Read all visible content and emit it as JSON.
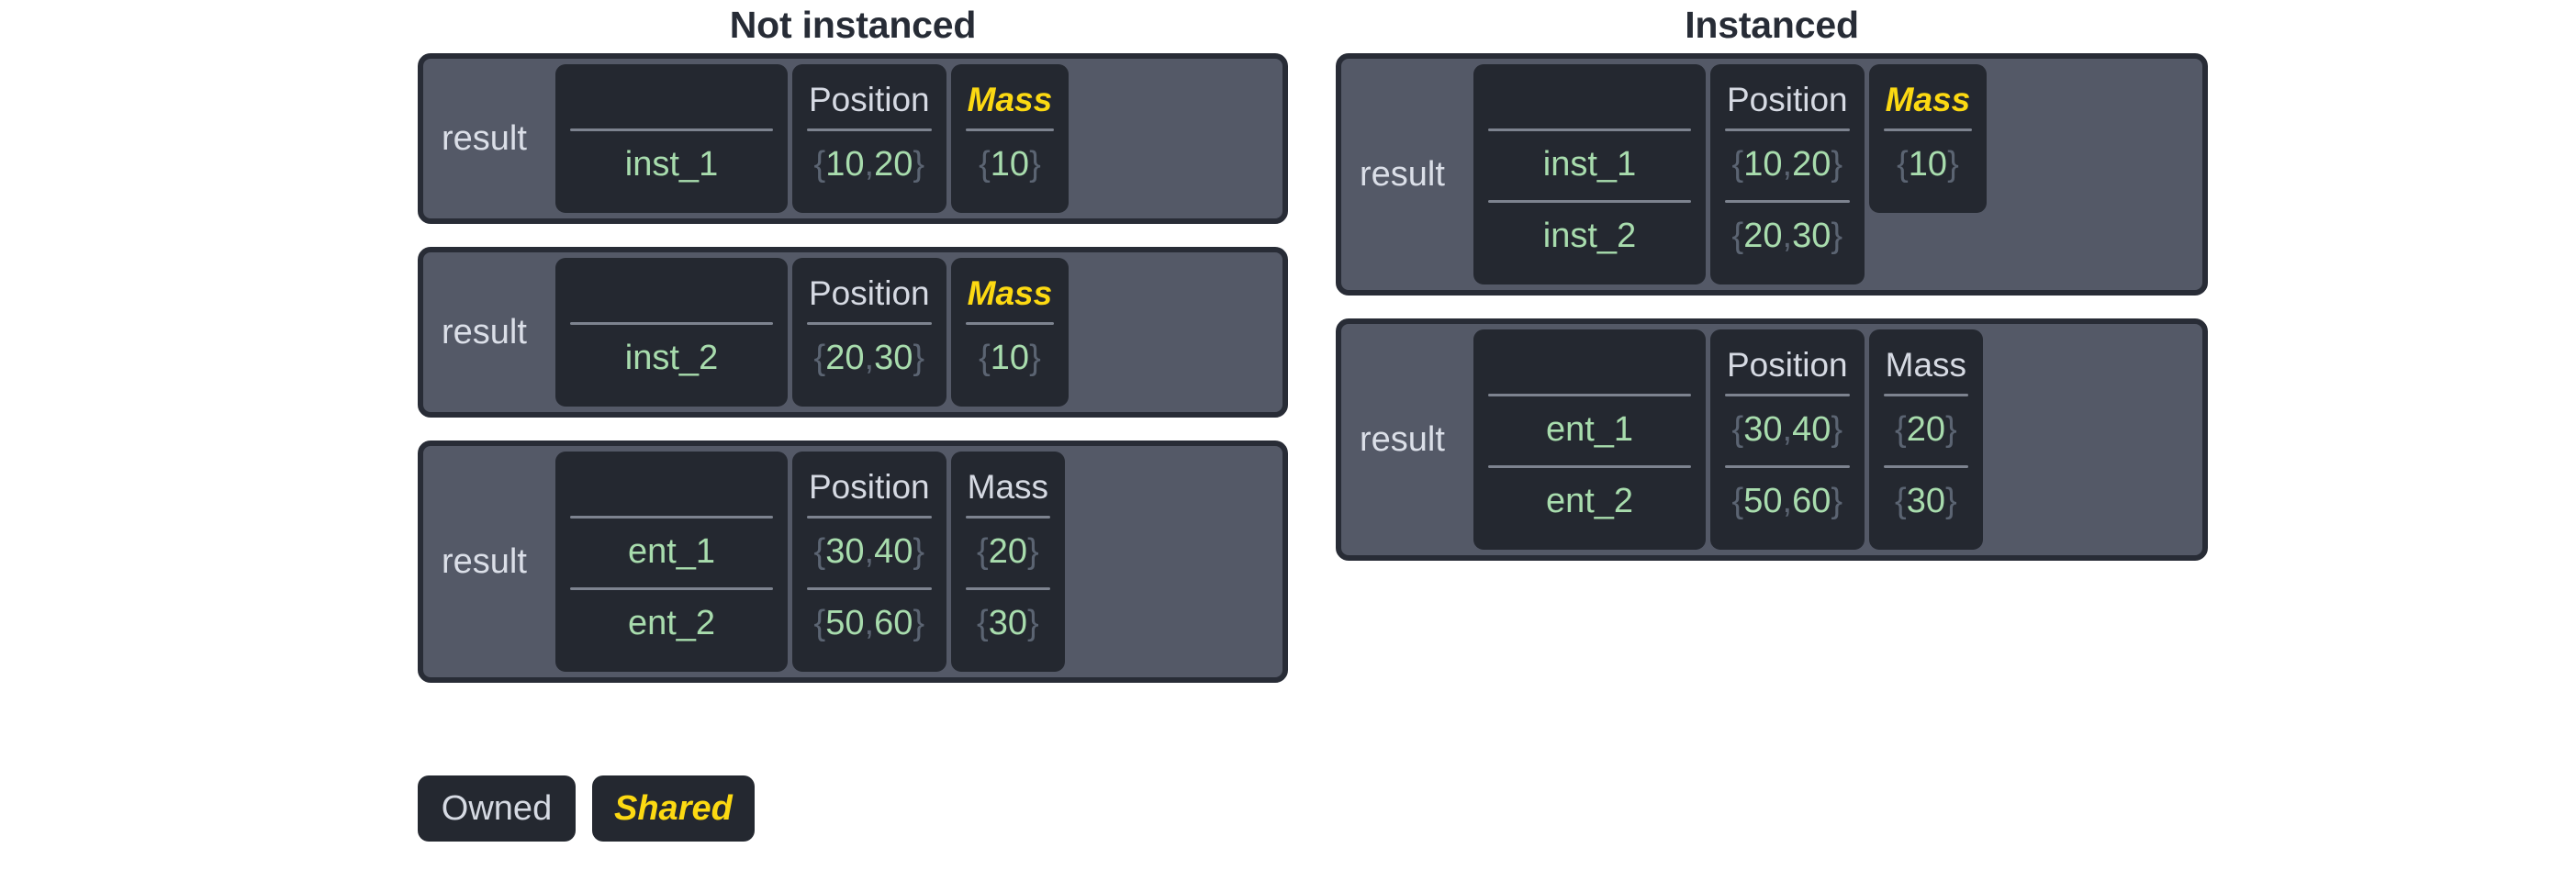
{
  "legend": {
    "owned_label": "Owned",
    "shared_label": "Shared",
    "owned_color": "#d6dae3",
    "shared_color": "#fcd912"
  },
  "palette": {
    "page_background": "#ffffff",
    "title_color": "#272c36",
    "card_background": "#545967",
    "card_border": "#282c36",
    "panel_background": "#242830",
    "header_text": "#d6dae3",
    "value_text": "#a8dcad",
    "brace_text": "#5b6472",
    "divider": "#7d838f"
  },
  "columns": [
    {
      "title": "Not instanced",
      "cards": [
        {
          "label": "result",
          "name_header": "",
          "fields": [
            {
              "header": "Position",
              "ownership": "owned"
            },
            {
              "header": "Mass",
              "ownership": "shared"
            }
          ],
          "rows": [
            {
              "name": "inst_1",
              "values": [
                "{10, 20}",
                "{10}"
              ]
            }
          ]
        },
        {
          "label": "result",
          "name_header": "",
          "fields": [
            {
              "header": "Position",
              "ownership": "owned"
            },
            {
              "header": "Mass",
              "ownership": "shared"
            }
          ],
          "rows": [
            {
              "name": "inst_2",
              "values": [
                "{20, 30}",
                "{10}"
              ]
            }
          ]
        },
        {
          "label": "result",
          "name_header": "",
          "fields": [
            {
              "header": "Position",
              "ownership": "owned"
            },
            {
              "header": "Mass",
              "ownership": "owned"
            }
          ],
          "rows": [
            {
              "name": "ent_1",
              "values": [
                "{30, 40}",
                "{20}"
              ]
            },
            {
              "name": "ent_2",
              "values": [
                "{50, 60}",
                "{30}"
              ]
            }
          ]
        }
      ]
    },
    {
      "title": "Instanced",
      "cards": [
        {
          "label": "result",
          "name_header": "",
          "fields": [
            {
              "header": "Position",
              "ownership": "owned"
            },
            {
              "header": "Mass",
              "ownership": "shared"
            }
          ],
          "rows": [
            {
              "name": "inst_1",
              "values": [
                "{10, 20}",
                "{10}"
              ]
            },
            {
              "name": "inst_2",
              "values": [
                "{20, 30}",
                null
              ]
            }
          ]
        },
        {
          "label": "result",
          "name_header": "",
          "fields": [
            {
              "header": "Position",
              "ownership": "owned"
            },
            {
              "header": "Mass",
              "ownership": "owned"
            }
          ],
          "rows": [
            {
              "name": "ent_1",
              "values": [
                "{30, 40}",
                "{20}"
              ]
            },
            {
              "name": "ent_2",
              "values": [
                "{50, 60}",
                "{30}"
              ]
            }
          ]
        }
      ]
    }
  ]
}
